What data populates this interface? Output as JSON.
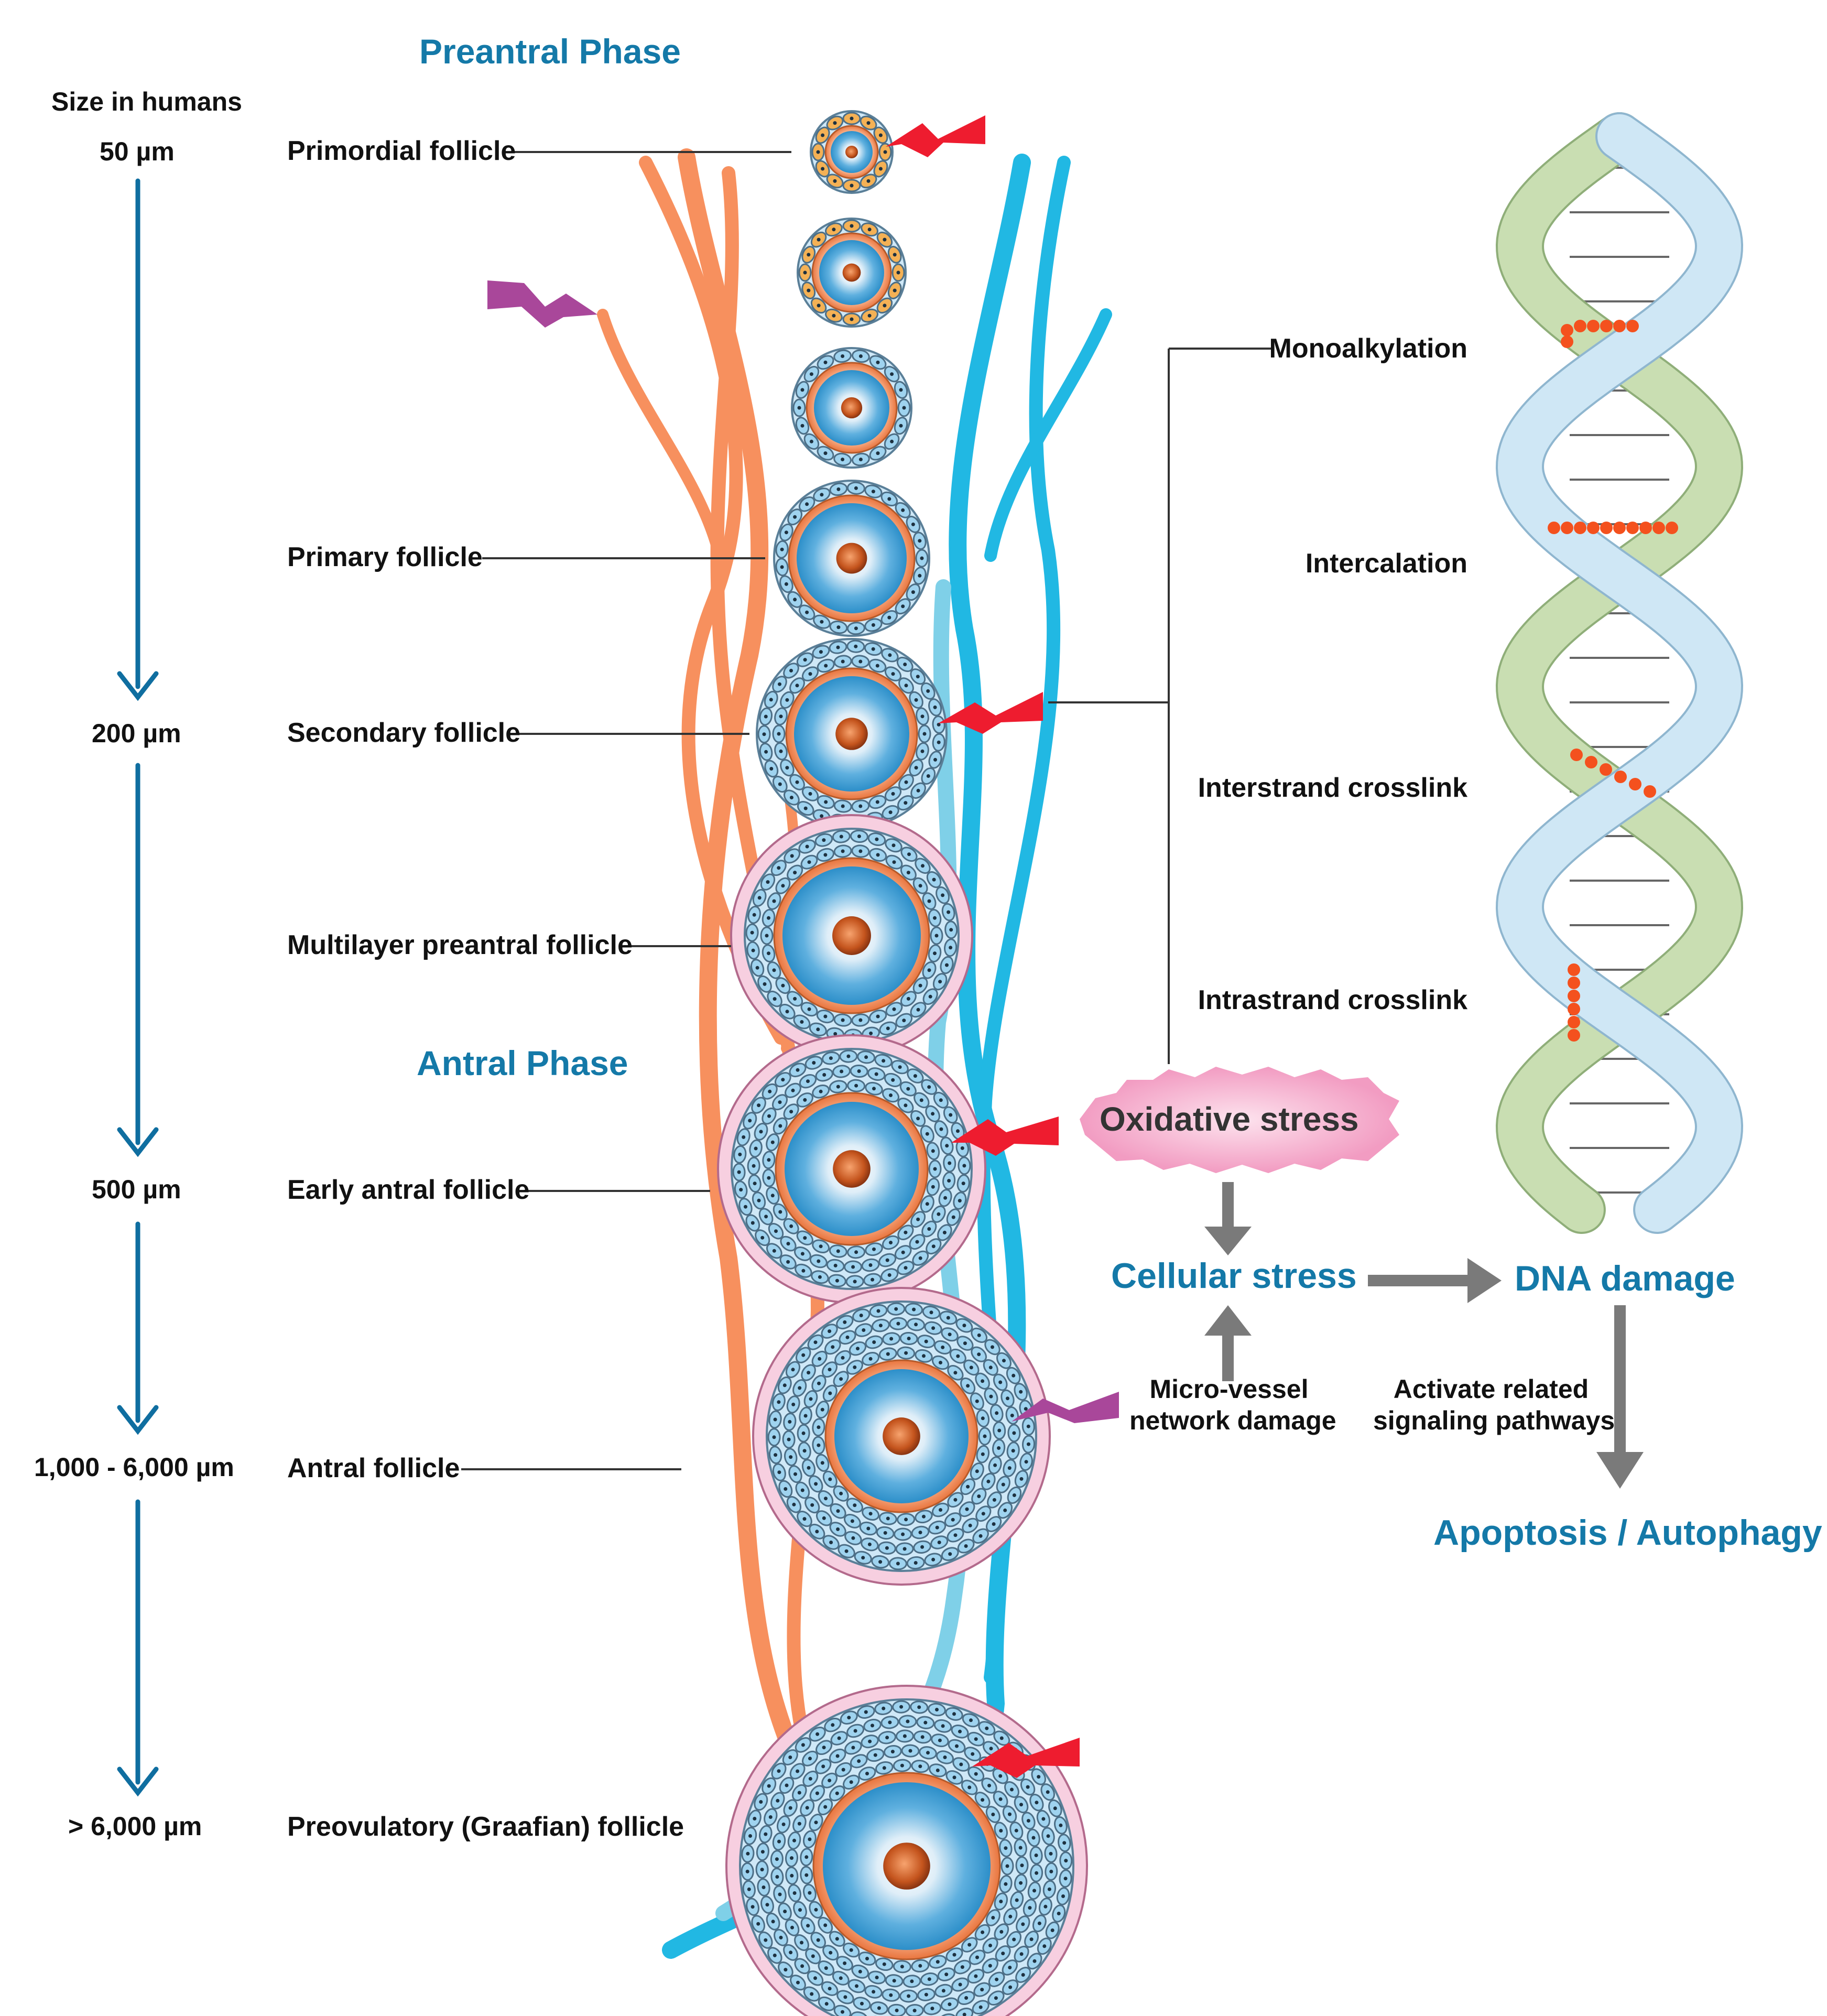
{
  "titles": {
    "preantral": "Preantral Phase",
    "antral": "Antral Phase"
  },
  "sizes": {
    "heading": "Size in humans",
    "values": [
      "50 µm",
      "200 µm",
      "500 µm",
      "1,000 - 6,000 µm",
      "> 6,000 µm"
    ]
  },
  "follicles": [
    "Primordial follicle",
    "Primary follicle",
    "Secondary follicle",
    "Multilayer preantral follicle",
    "Early antral follicle",
    "Antral follicle",
    "Preovulatory (Graafian) follicle"
  ],
  "dna_lesions": [
    "Monoalkylation",
    "Intercalation",
    "Interstrand crosslink",
    "Intrastrand crosslink"
  ],
  "pathway": {
    "oxidative_stress": "Oxidative stress",
    "cellular_stress": "Cellular stress",
    "dna_damage": "DNA damage",
    "micro_vessel_line1": "Micro-vessel",
    "micro_vessel_line2": "network damage",
    "activate_line1": "Activate related",
    "activate_line2": "signaling pathways",
    "outcome": "Apoptosis / Autophagy"
  },
  "colors": {
    "phase_blue": "#1479a8",
    "arrow_blue": "#0f6ea0",
    "orange_vessel": "#f7905e",
    "blue_vessel": "#21b8e3",
    "damage_red": "#ee1c2f",
    "damage_purple": "#a9479a",
    "dna_blue": "#cfe7f5",
    "dna_green": "#c9deb2",
    "adduct": "#f4511e",
    "stress_pink": "#f4b8d0",
    "gray_arrow": "#7a7a7a"
  }
}
